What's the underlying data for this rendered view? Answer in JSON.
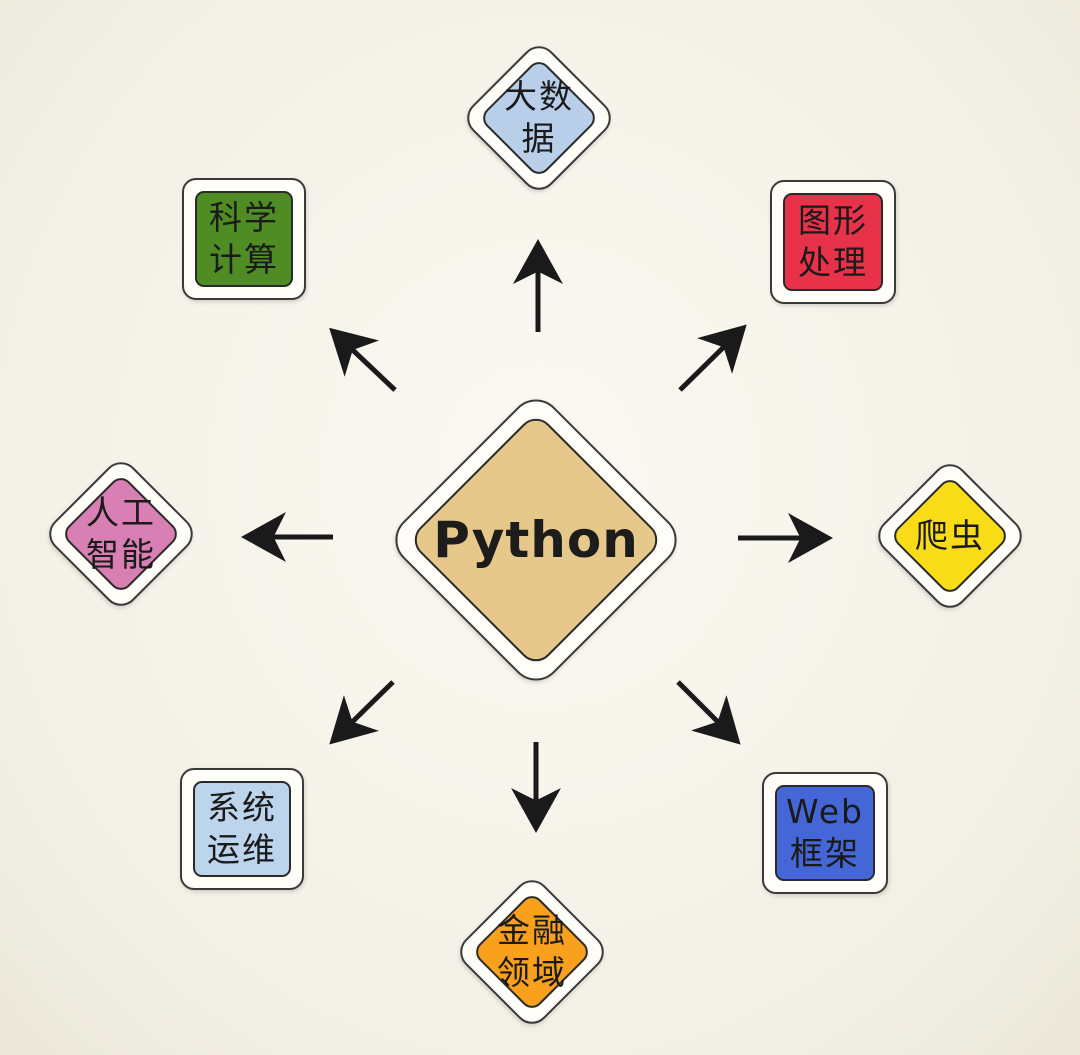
{
  "center": {
    "label": "Python",
    "color": "#e6c98a"
  },
  "nodes": [
    {
      "id": "big-data",
      "lines": [
        "大数",
        "据"
      ],
      "color": "#b9cfe9",
      "shape": "diamond"
    },
    {
      "id": "graphics",
      "lines": [
        "图形",
        "处理"
      ],
      "color": "#e8324a",
      "shape": "square"
    },
    {
      "id": "crawler",
      "lines": [
        "爬虫"
      ],
      "color": "#f7dc17",
      "shape": "diamond"
    },
    {
      "id": "web-framework",
      "lines": [
        "Web",
        "框架"
      ],
      "color": "#4466d6",
      "shape": "square"
    },
    {
      "id": "finance",
      "lines": [
        "金融",
        "领域"
      ],
      "color": "#f9a11c",
      "shape": "diamond"
    },
    {
      "id": "sysops",
      "lines": [
        "系统",
        "运维"
      ],
      "color": "#bcd4ec",
      "shape": "square"
    },
    {
      "id": "ai",
      "lines": [
        "人工",
        "智能"
      ],
      "color": "#d87fb3",
      "shape": "diamond"
    },
    {
      "id": "sci-compute",
      "lines": [
        "科学",
        "计算"
      ],
      "color": "#4f8c23",
      "shape": "square"
    }
  ],
  "arrow_color": "#1a1a1a"
}
